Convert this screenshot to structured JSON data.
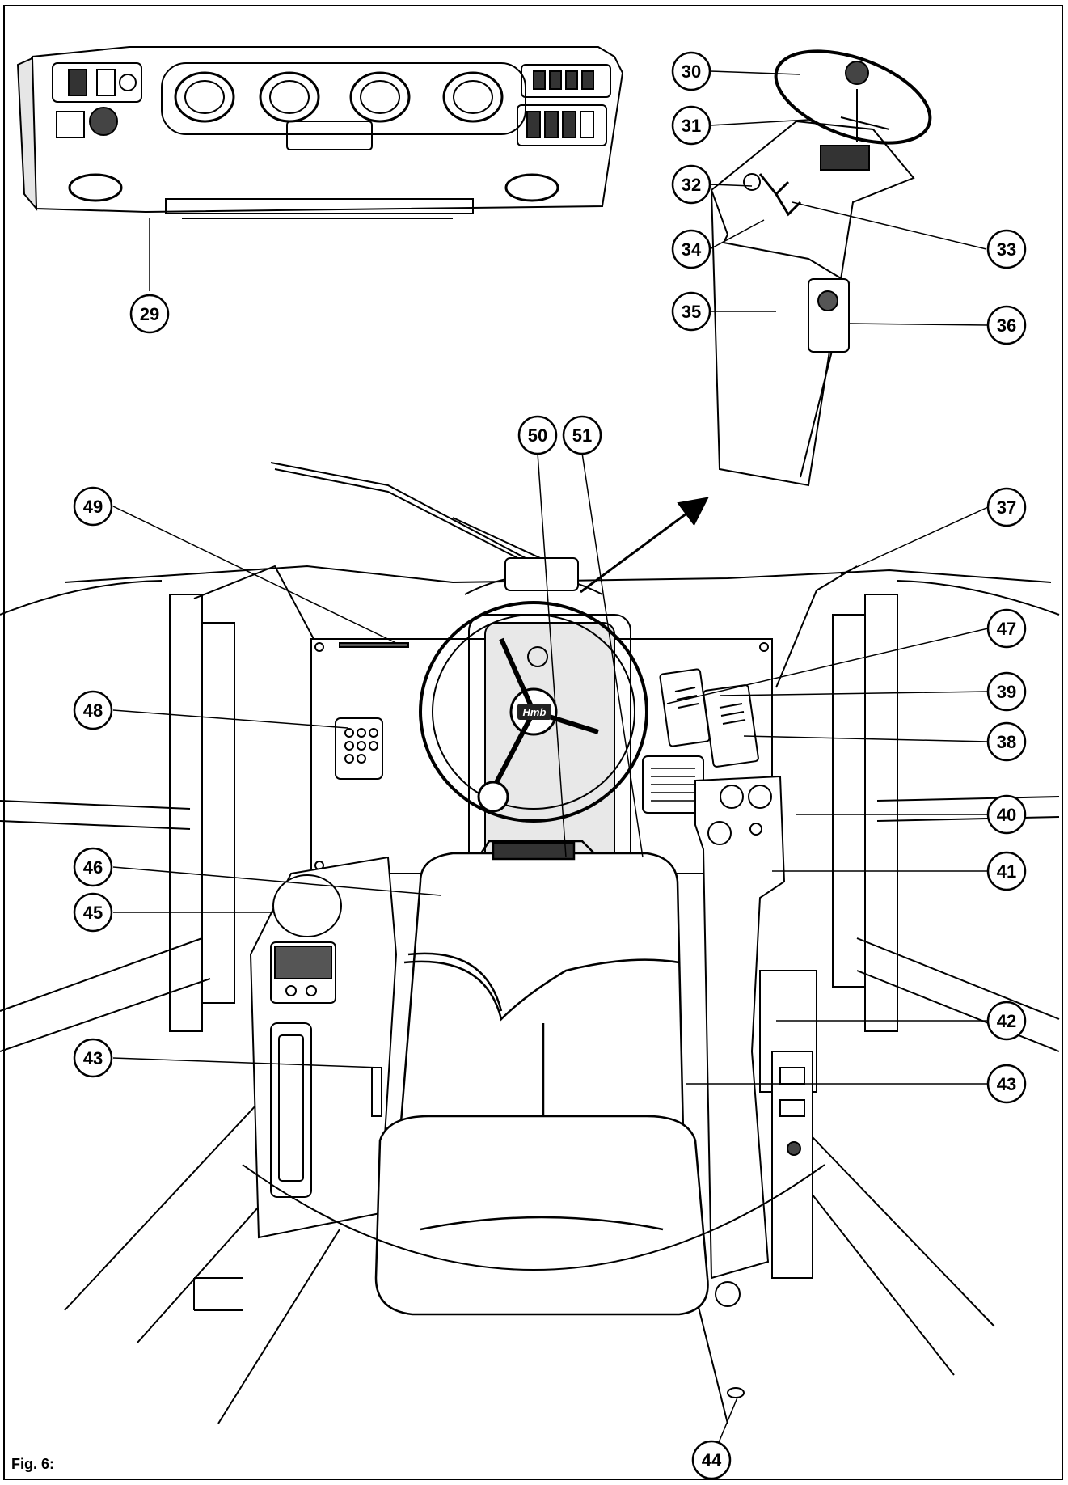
{
  "figure": {
    "caption": "Fig. 6:",
    "brand_logo_text": "Hmb"
  },
  "callouts": [
    {
      "id": "c29",
      "label": "29"
    },
    {
      "id": "c30",
      "label": "30"
    },
    {
      "id": "c31",
      "label": "31"
    },
    {
      "id": "c32",
      "label": "32"
    },
    {
      "id": "c33",
      "label": "33"
    },
    {
      "id": "c34",
      "label": "34"
    },
    {
      "id": "c35",
      "label": "35"
    },
    {
      "id": "c36",
      "label": "36"
    },
    {
      "id": "c37",
      "label": "37"
    },
    {
      "id": "c38",
      "label": "38"
    },
    {
      "id": "c39",
      "label": "39"
    },
    {
      "id": "c40",
      "label": "40"
    },
    {
      "id": "c41",
      "label": "41"
    },
    {
      "id": "c42",
      "label": "42"
    },
    {
      "id": "c43a",
      "label": "43"
    },
    {
      "id": "c43b",
      "label": "43"
    },
    {
      "id": "c44",
      "label": "44"
    },
    {
      "id": "c45",
      "label": "45"
    },
    {
      "id": "c46",
      "label": "46"
    },
    {
      "id": "c47",
      "label": "47"
    },
    {
      "id": "c48",
      "label": "48"
    },
    {
      "id": "c49",
      "label": "49"
    },
    {
      "id": "c50",
      "label": "50"
    },
    {
      "id": "c51",
      "label": "51"
    }
  ],
  "colors": {
    "line": "#000000",
    "background": "#ffffff",
    "shade": "#d9d9d9",
    "dark": "#333333"
  }
}
